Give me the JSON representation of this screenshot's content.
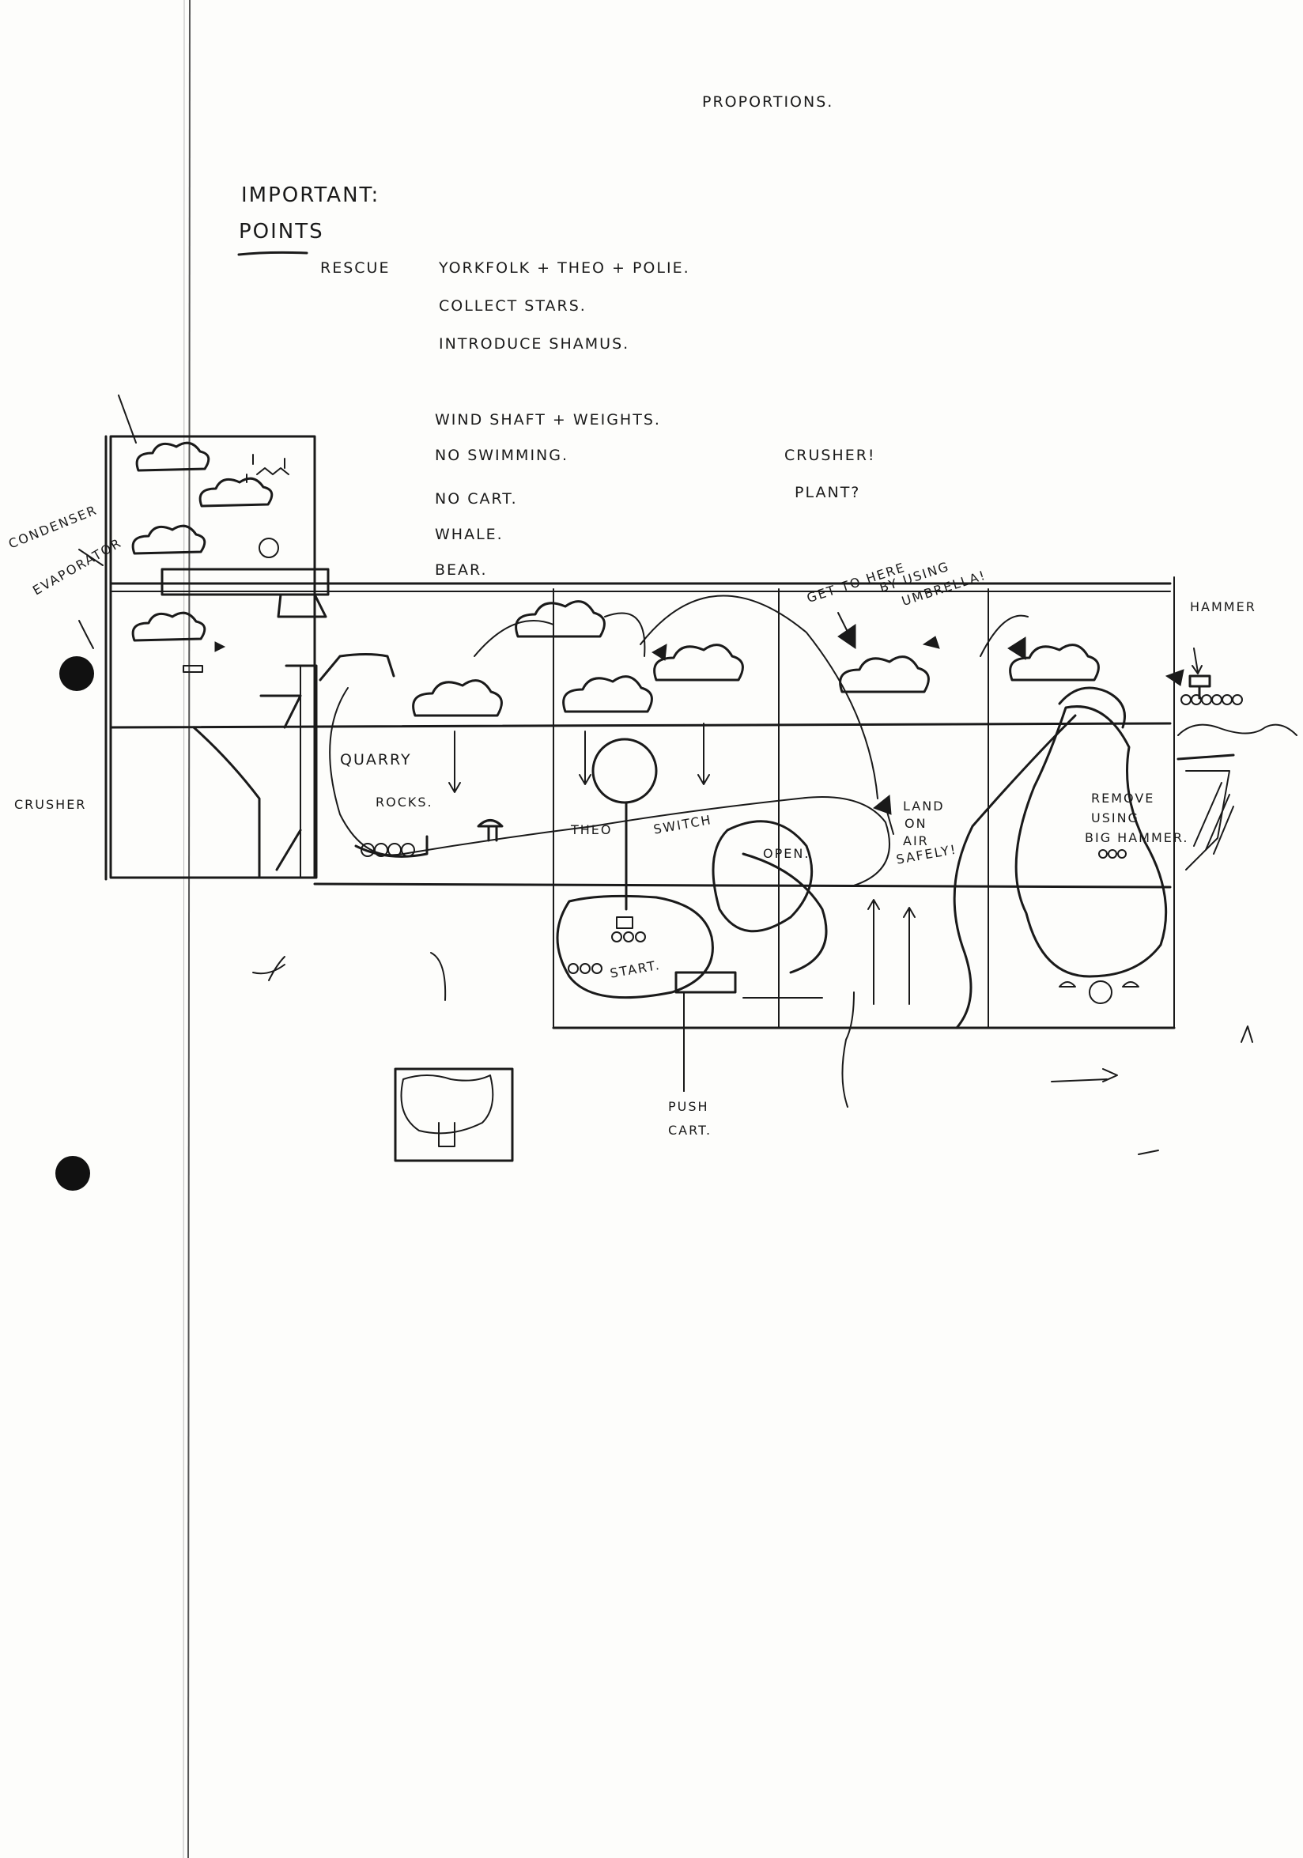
{
  "header": {
    "proportions": "PROPORTIONS."
  },
  "notes": {
    "heading_line1": "IMPORTANT:",
    "heading_line2": "POINTS",
    "rescue_label": "RESCUE",
    "items": [
      "YORKFOLK + THEO + POLIE.",
      "COLLECT STARS.",
      "INTRODUCE SHAMUS."
    ],
    "items2": [
      "WIND SHAFT + WEIGHTS.",
      "NO SWIMMING.",
      "NO CART.",
      "WHALE.",
      "BEAR."
    ],
    "side_line1": "CRUSHER!",
    "side_line2": "PLANT?"
  },
  "sketch_labels": {
    "condenser": "CONDENSER",
    "evaporator": "EVAPORATOR",
    "crusher": "CRUSHER",
    "quarry": "QUARRY",
    "rocks": "ROCKS.",
    "theo": "THEO",
    "switch": "SWITCH",
    "start": "START.",
    "open": "OPEN.",
    "get_here_1": "GET TO HERE",
    "get_here_2": "BY USING",
    "get_here_3": "UMBRELLA!",
    "land_1": "LAND",
    "land_2": "ON",
    "land_3": "AIR",
    "land_4": "SAFELY!",
    "hammer": "HAMMER",
    "remove_1": "REMOVE",
    "remove_2": "USING",
    "remove_3": "BIG HAMMER.",
    "push_1": "PUSH",
    "push_2": "CART."
  },
  "icons": {
    "punch_hole_top": "punch-hole",
    "punch_hole_bottom": "punch-hole",
    "clouds": "cloud-icon",
    "mushroom": "mushroom-icon",
    "tree": "tree-icon"
  }
}
